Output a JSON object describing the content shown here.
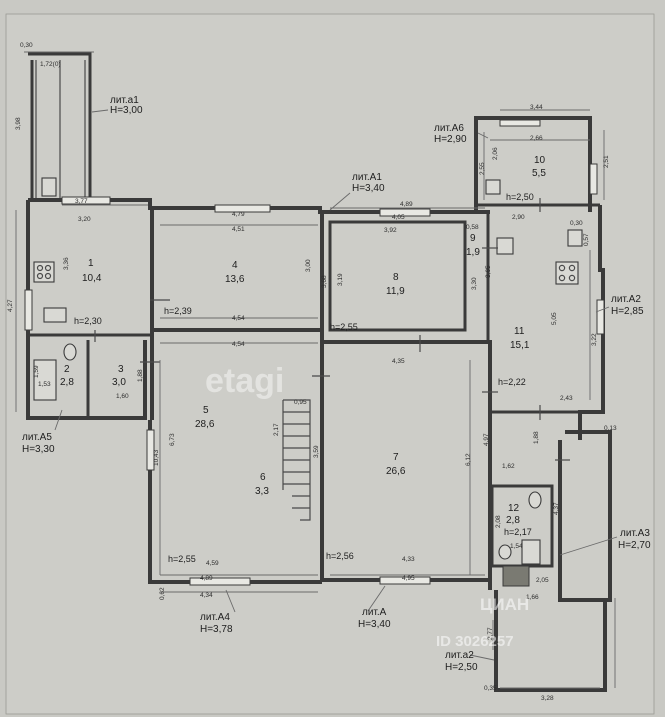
{
  "block_labels": {
    "a1": {
      "name": "лит.а1",
      "height": "H=3,00"
    },
    "A6": {
      "name": "лит.А6",
      "height": "H=2,90"
    },
    "A1": {
      "name": "лит.А1",
      "height": "H=3,40"
    },
    "A2": {
      "name": "лит.А2",
      "height": "H=2,85"
    },
    "A5": {
      "name": "лит.А5",
      "height": "H=3,30"
    },
    "A3": {
      "name": "лит.А3",
      "height": "H=2,70"
    },
    "A4": {
      "name": "лит.А4",
      "height": "H=3,78"
    },
    "A": {
      "name": "лит.А",
      "height": "H=3,40"
    },
    "a2": {
      "name": "лит.а2",
      "height": "H=2,50"
    }
  },
  "rooms": [
    {
      "number": "1",
      "area": "10,4"
    },
    {
      "number": "2",
      "area": "2,8"
    },
    {
      "number": "3",
      "area": "3,0"
    },
    {
      "number": "4",
      "area": "13,6"
    },
    {
      "number": "5",
      "area": "28,6"
    },
    {
      "number": "6",
      "area": "3,3"
    },
    {
      "number": "7",
      "area": "26,6"
    },
    {
      "number": "8",
      "area": "11,9"
    },
    {
      "number": "9",
      "area": "1,9"
    },
    {
      "number": "10",
      "area": "5,5"
    },
    {
      "number": "11",
      "area": "15,1"
    },
    {
      "number": "12",
      "area": "2,8"
    }
  ],
  "ceiling_heights": {
    "room1": "h=2,30",
    "room4": "h=2,39",
    "room8": "h=2,55",
    "room10": "h=2,50",
    "room11": "h=2,22",
    "room5": "h=2,55",
    "room7": "h=2,56",
    "room12": "h=2,17"
  },
  "dimensions": {
    "d_030": "0,30",
    "d_172": "1,72(0)",
    "d_398": "3,98",
    "d_377": "3,77",
    "d_320": "3,20",
    "d_427": "4,27",
    "d_336": "3,36",
    "d_479": "4,79",
    "d_451": "4,51",
    "d_300": "3,00",
    "d_454a": "4,54",
    "d_489": "4,89",
    "d_405": "4,05",
    "d_392": "3,92",
    "d_319": "3,19",
    "d_330": "3,30",
    "d_368": "3,68",
    "d_058": "0,58",
    "d_365": "3,65",
    "d_344": "3,44",
    "d_266": "2,66",
    "d_255": "2,55",
    "d_206": "2,06",
    "d_251": "2,51",
    "d_290": "2,90",
    "d_030b": "0,30",
    "d_057": "0,57",
    "d_505": "5,05",
    "d_322": "3,22",
    "d_243": "2,43",
    "d_454b": "4,54",
    "d_435": "4,35",
    "d_159": "1,59",
    "d_153": "1,53",
    "d_188": "1,88",
    "d_160": "1,60",
    "d_673": "6,73",
    "d_1043": "10,43",
    "d_217": "2,17",
    "d_095": "0,95",
    "d_359": "3,59",
    "d_612": "6,12",
    "d_497": "4,97",
    "d_162": "1,62",
    "d_188b": "1,88",
    "d_437": "4,37",
    "d_013": "0,13",
    "d_208": "2,08",
    "d_154": "1,54",
    "d_205": "2,05",
    "d_459": "4,59",
    "d_489b": "4,89",
    "d_434": "4,34",
    "d_433": "4,33",
    "d_495": "4,95",
    "d_166": "1,66",
    "d_277": "2,77",
    "d_062": "0,62",
    "d_328": "3,28",
    "d_035": "0,35"
  },
  "watermarks": {
    "main": "etagi",
    "brand": "ЦИАН",
    "id": "ID 3026257"
  },
  "colors": {
    "paper": "#c9c9c4",
    "wall": "#3a3a3a",
    "ink": "#1e1e1e"
  }
}
